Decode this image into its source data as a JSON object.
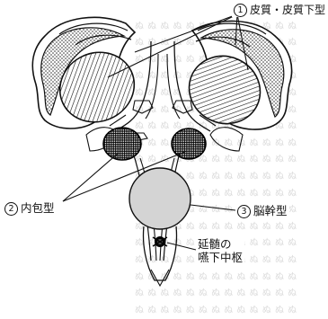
{
  "labels": {
    "cortex": {
      "number": "1",
      "text": "皮質・皮質下型"
    },
    "capsule": {
      "number": "2",
      "text": "内包型"
    },
    "stem": {
      "number": "3",
      "text": "脳幹型"
    },
    "medulla": {
      "line1": "延髄の",
      "line2": "嚥下中枢"
    }
  }
}
